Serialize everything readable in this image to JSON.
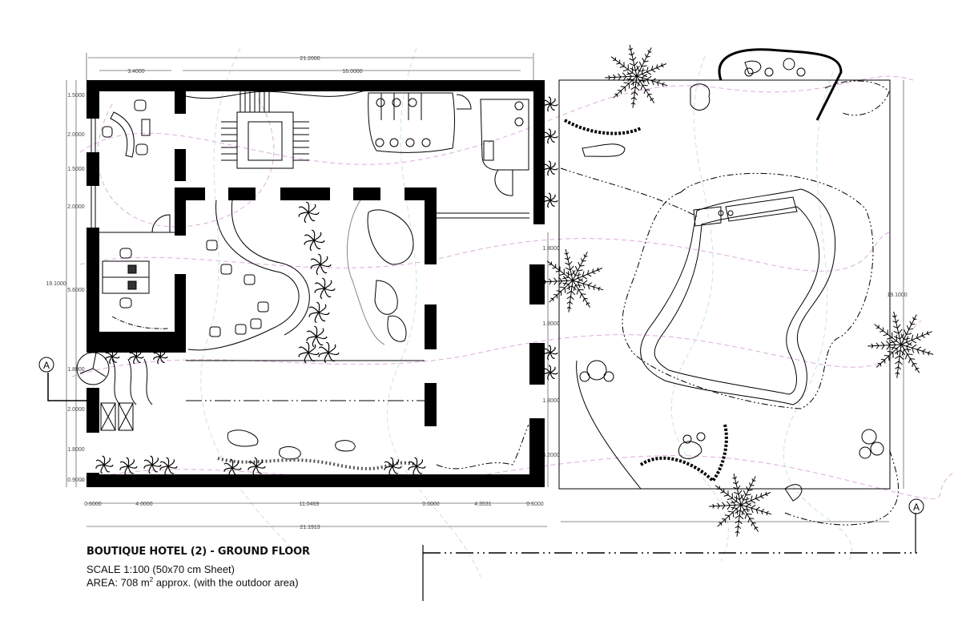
{
  "title_block": {
    "title": "BOUTIQUE HOTEL (2) - GROUND FLOOR",
    "scale": "SCALE 1:100 (50x70 cm Sheet)",
    "area_prefix": "AREA: 708 m",
    "area_sup": "2",
    "area_suffix": " approx. (with the outdoor area)"
  },
  "section_marker": "A",
  "dimensions": {
    "top_total": "21.2000",
    "top_left": "3.4000",
    "top_right": "16.0000",
    "left_total": "19.1000",
    "left": [
      "1.5000",
      "2.0000",
      "1.5000",
      "2.0000",
      "5.6000",
      "1.8000",
      "2.0000",
      "1.8000",
      "0.9000"
    ],
    "right": [
      "1.8000",
      "1.8000",
      "1.8000",
      "3.2000"
    ],
    "outdoor_height": "19.1000",
    "bottom": [
      "0.6000",
      "4.0000",
      "11.0469",
      "0.6000",
      "4.3531",
      "0.6000"
    ],
    "bottom_total": "21.1913"
  },
  "colors": {
    "wall": "#000000",
    "contour_pink": "#d9a6d9",
    "contour_green": "#bfe3cf",
    "dim_line": "#666666"
  }
}
